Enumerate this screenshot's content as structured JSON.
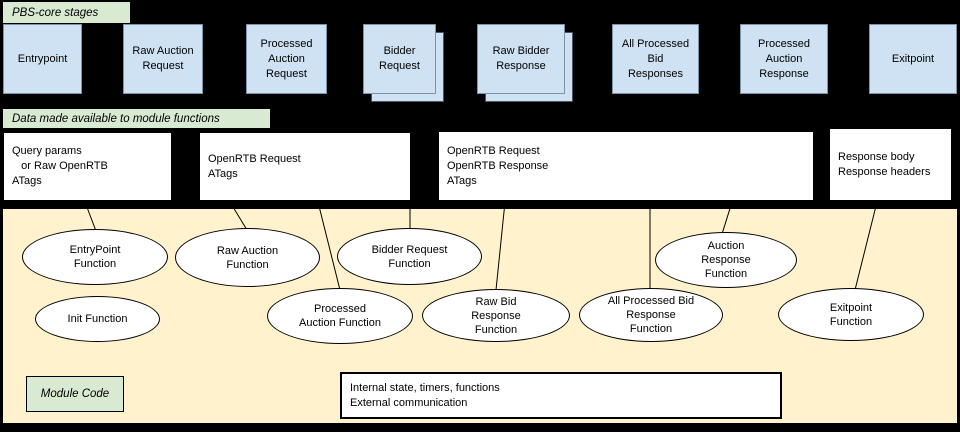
{
  "stages_panel": {
    "title": "PBS-core stages",
    "items": [
      {
        "label": "Entrypoint",
        "stacked": false
      },
      {
        "label": "Raw Auction\nRequest",
        "stacked": false
      },
      {
        "label": "Processed\nAuction\nRequest",
        "stacked": false
      },
      {
        "label": "Bidder\nRequest",
        "stacked": true
      },
      {
        "label": "Raw Bidder\nResponse",
        "stacked": true
      },
      {
        "label": "All Processed\nBid\nResponses",
        "stacked": false
      },
      {
        "label": "Processed\nAuction\nResponse",
        "stacked": false
      },
      {
        "label": "Exitpoint",
        "stacked": false
      }
    ]
  },
  "data_panel": {
    "title": "Data made available to module functions",
    "boxes": [
      {
        "text": "Query params\n   or Raw OpenRTB\nATags"
      },
      {
        "text": "OpenRTB Request\nATags"
      },
      {
        "text": "OpenRTB Request\nOpenRTB Response\nATags"
      },
      {
        "text": "Response body\nResponse headers"
      }
    ]
  },
  "module_area": {
    "label": "Module Code",
    "functions": [
      {
        "label": "EntryPoint\nFunction"
      },
      {
        "label": "Init Function"
      },
      {
        "label": "Raw Auction\nFunction"
      },
      {
        "label": "Bidder Request\nFunction"
      },
      {
        "label": "Processed\nAuction Function"
      },
      {
        "label": "Raw Bid\nResponse\nFunction"
      },
      {
        "label": "All Processed Bid\nResponse\nFunction"
      },
      {
        "label": "Auction\nResponse\nFunction"
      },
      {
        "label": "Exitpoint\nFunction"
      }
    ],
    "internal_box": "Internal state, timers, functions\nExternal communication"
  },
  "colors": {
    "background": "#000000",
    "stage_fill": "#cfe2f3",
    "label_fill": "#d9ead3",
    "module_area_fill": "#fff2cc",
    "data_box_fill": "#ffffff",
    "line": "#000000"
  }
}
